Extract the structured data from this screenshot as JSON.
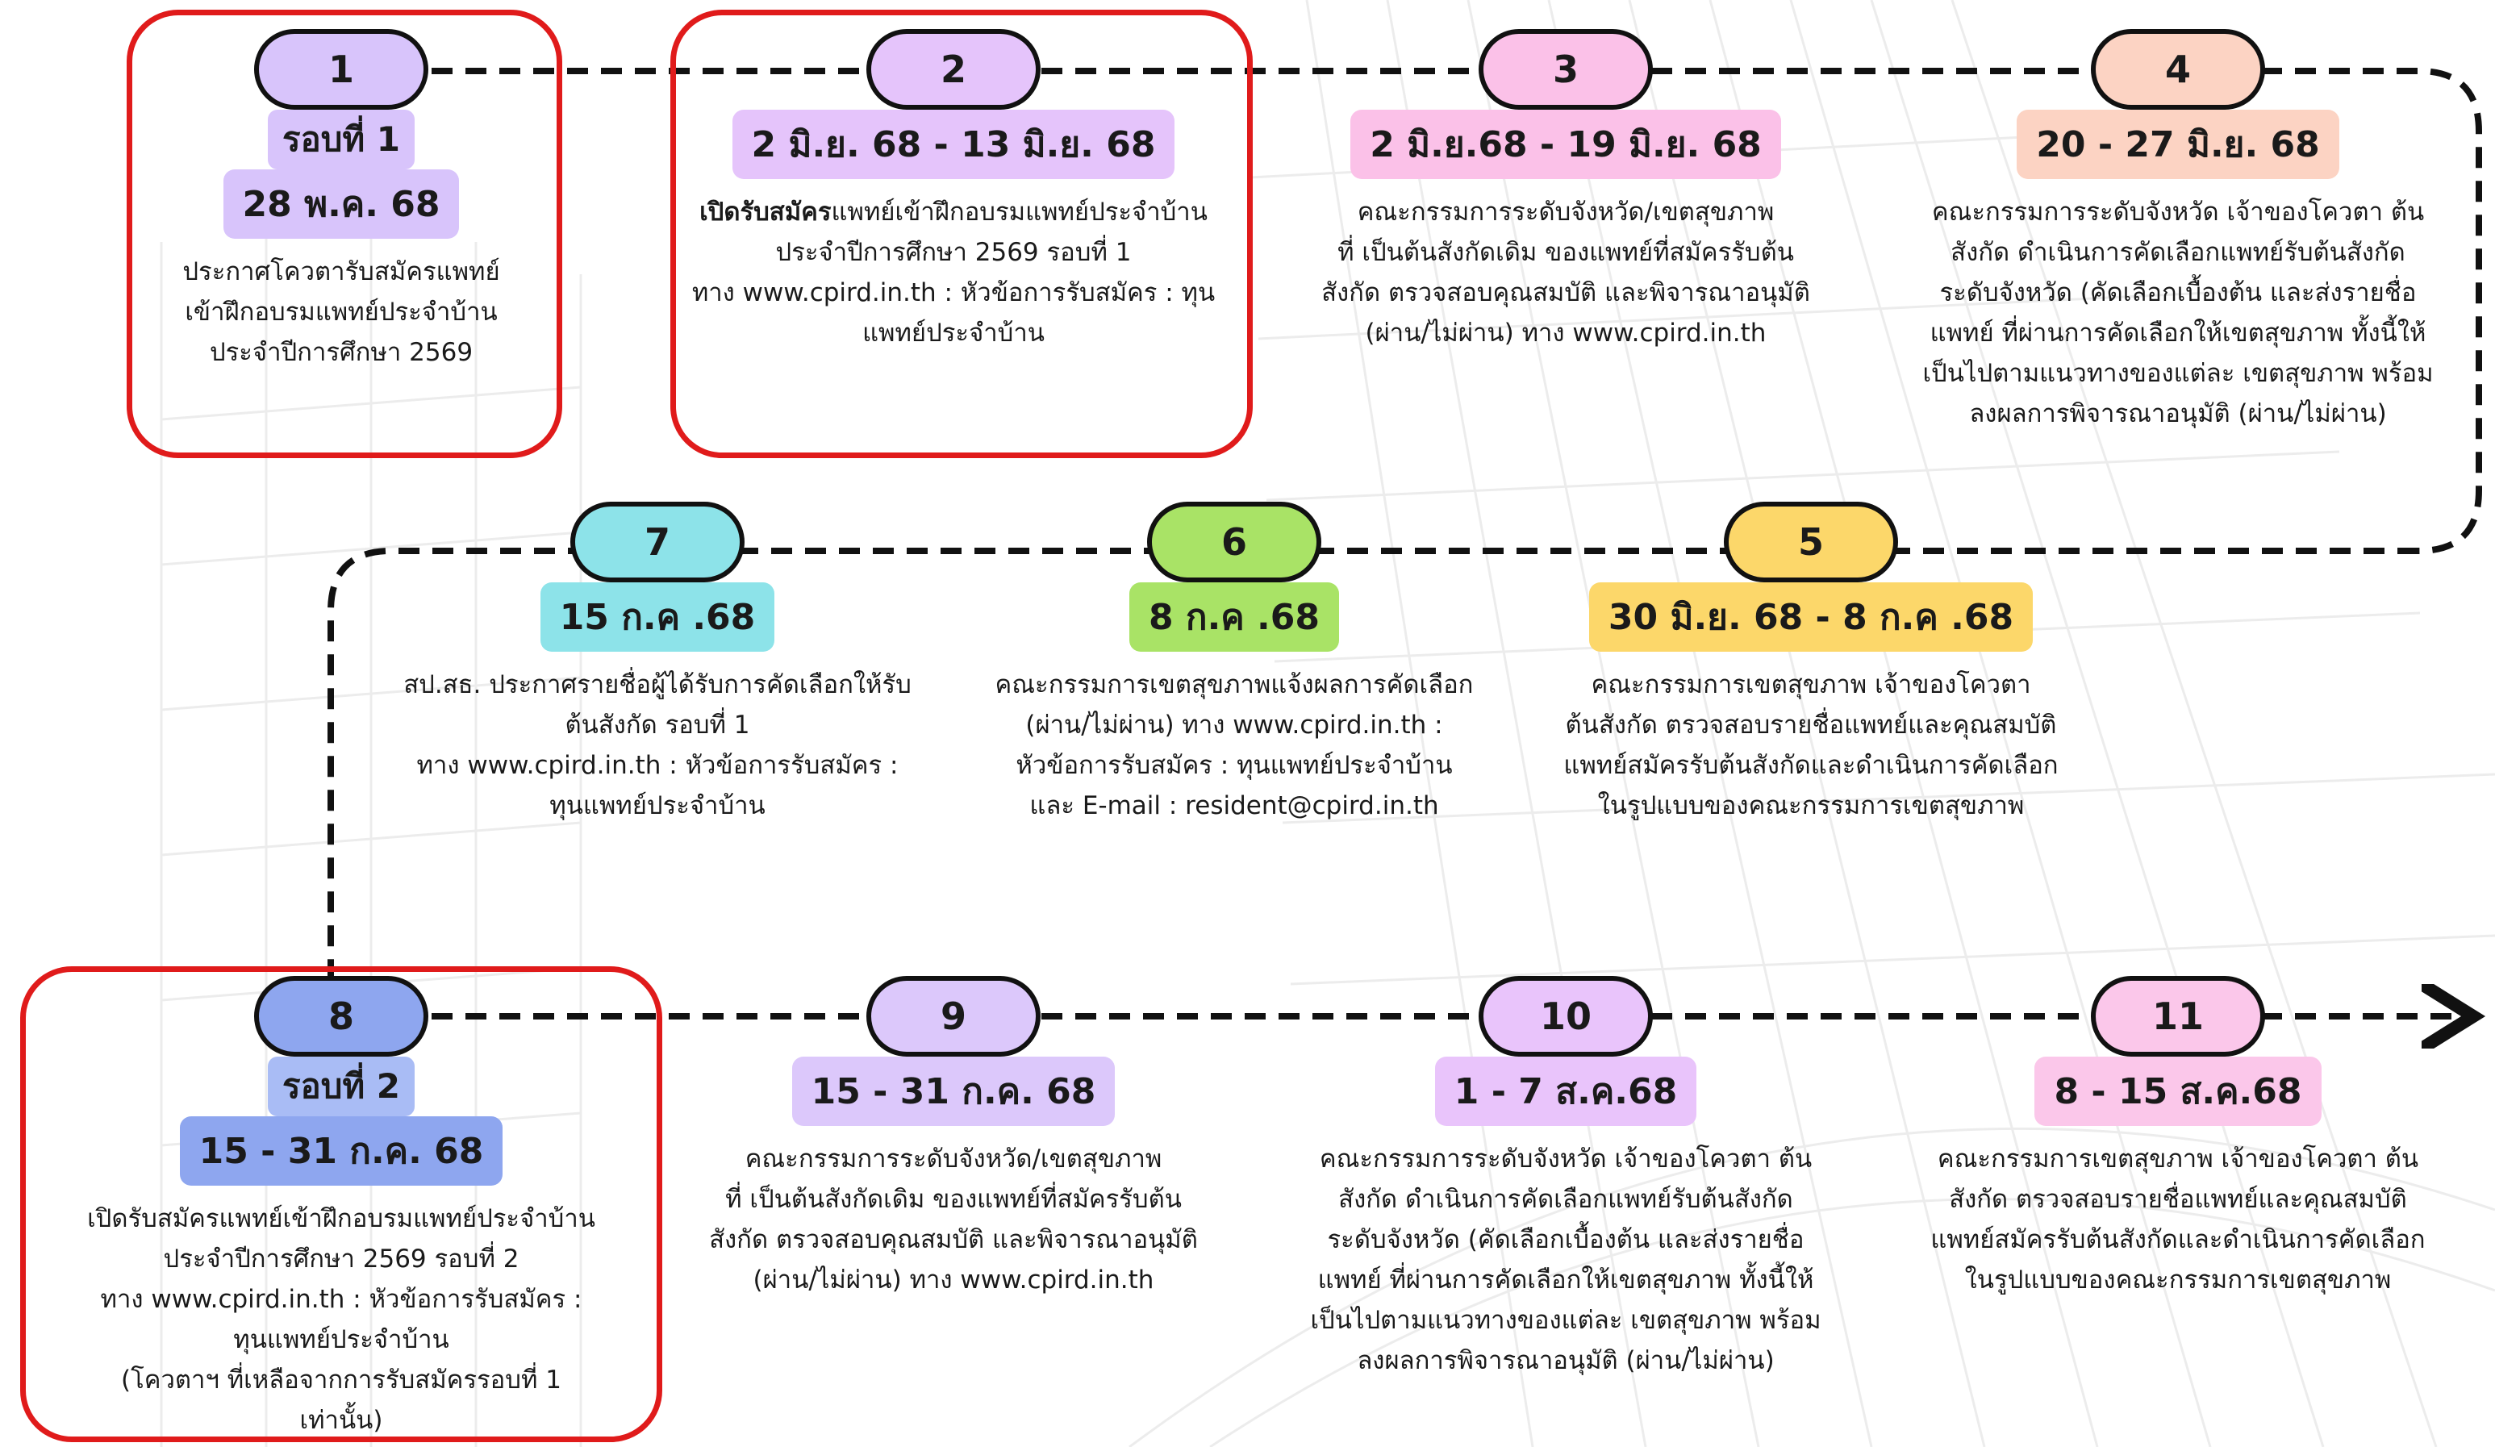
{
  "steps": [
    {
      "number": "1",
      "round": "รอบที่ 1",
      "date": "28 พ.ค. 68",
      "desc_lead": "",
      "desc": "ประกาศโควตารับสมัครแพทย์\nเข้าฝึกอบรมแพทย์ประจำบ้าน\nประจำปีการศึกษา 2569",
      "color": "#d8c4fb",
      "date_color": "#d8c4fb",
      "round_color": "#d8c4fb"
    },
    {
      "number": "2",
      "round": "",
      "date": "2 มิ.ย. 68 - 13 มิ.ย. 68",
      "desc_lead": "เปิดรับสมัคร",
      "desc": "แพทย์เข้าฝึกอบรมแพทย์ประจำบ้าน\nประจำปีการศึกษา 2569 รอบที่ 1\nทาง www.cpird.in.th : หัวข้อการรับสมัคร : ทุน\nแพทย์ประจำบ้าน",
      "color": "#e5c4fb",
      "date_color": "#e5c4fb",
      "round_color": ""
    },
    {
      "number": "3",
      "round": "",
      "date": "2 มิ.ย.68 - 19 มิ.ย. 68",
      "desc_lead": "",
      "desc": "คณะกรรมการระดับจังหวัด/เขตสุขภาพ\nที่ เป็นต้นสังกัดเดิม ของแพทย์ที่สมัครรับต้น\nสังกัด ตรวจสอบคุณสมบัติ และพิจารณาอนุมัติ\n(ผ่าน/ไม่ผ่าน) ทาง www.cpird.in.th",
      "color": "#fbc1e8",
      "date_color": "#fbc1e8",
      "round_color": ""
    },
    {
      "number": "4",
      "round": "",
      "date": "20 - 27 มิ.ย. 68",
      "desc_lead": "",
      "desc": "คณะกรรมการระดับจังหวัด เจ้าของโควตา ต้น\nสังกัด ดำเนินการคัดเลือกแพทย์รับต้นสังกัด\nระดับจังหวัด (คัดเลือกเบื้องต้น และส่งรายชื่อ\nแพทย์ ที่ผ่านการคัดเลือกให้เขตสุขภาพ ทั้งนี้ให้\nเป็นไปตามแนวทางของแต่ละ เขตสุขภาพ พร้อม\nลงผลการพิจารณาอนุมัติ (ผ่าน/ไม่ผ่าน)",
      "color": "#fcd3c3",
      "date_color": "#fcd3c3",
      "round_color": ""
    },
    {
      "number": "5",
      "round": "",
      "date": "30 มิ.ย. 68 - 8 ก.ค .68",
      "desc_lead": "",
      "desc": "คณะกรรมการเขตสุขภาพ เจ้าของโควตา\nต้นสังกัด ตรวจสอบรายชื่อแพทย์และคุณสมบัติ\nแพทย์สมัครรับต้นสังกัดและดำเนินการคัดเลือก\nในรูปแบบของคณะกรรมการเขตสุขภาพ",
      "color": "#fcd76a",
      "date_color": "#fcd76a",
      "round_color": ""
    },
    {
      "number": "6",
      "round": "",
      "date": "8 ก.ค .68",
      "desc_lead": "",
      "desc": "คณะกรรมการเขตสุขภาพแจ้งผลการคัดเลือก\n(ผ่าน/ไม่ผ่าน) ทาง www.cpird.in.th :\nหัวข้อการรับสมัคร : ทุนแพทย์ประจำบ้าน\nและ E-mail : resident@cpird.in.th",
      "color": "#a9e366",
      "date_color": "#a9e366",
      "round_color": ""
    },
    {
      "number": "7",
      "round": "",
      "date": "15 ก.ค .68",
      "desc_lead": "",
      "desc": "สป.สธ. ประกาศรายชื่อผู้ได้รับการคัดเลือกให้รับ\nต้นสังกัด รอบที่ 1\nทาง www.cpird.in.th : หัวข้อการรับสมัคร :\nทุนแพทย์ประจำบ้าน",
      "color": "#8de3e9",
      "date_color": "#8de3e9",
      "round_color": ""
    },
    {
      "number": "8",
      "round": "รอบที่ 2",
      "date": "15 - 31 ก.ค. 68",
      "desc_lead": "",
      "desc": "เปิดรับสมัครแพทย์เข้าฝึกอบรมแพทย์ประจำบ้าน\nประจำปีการศึกษา 2569 รอบที่ 2\nทาง www.cpird.in.th : หัวข้อการรับสมัคร :\nทุนแพทย์ประจำบ้าน\n(โควตาฯ ที่เหลือจากการรับสมัครรอบที่ 1 เท่านั้น)",
      "color": "#8ea6ef",
      "date_color": "#8ea6ef",
      "round_color": "#a9bcf5"
    },
    {
      "number": "9",
      "round": "",
      "date": "15 - 31 ก.ค. 68",
      "desc_lead": "",
      "desc": "คณะกรรมการระดับจังหวัด/เขตสุขภาพ\nที่ เป็นต้นสังกัดเดิม ของแพทย์ที่สมัครรับต้น\nสังกัด ตรวจสอบคุณสมบัติ และพิจารณาอนุมัติ\n(ผ่าน/ไม่ผ่าน) ทาง www.cpird.in.th",
      "color": "#dcc8fb",
      "date_color": "#dcc8fb",
      "round_color": ""
    },
    {
      "number": "10",
      "round": "",
      "date": "1 - 7 ส.ค.68",
      "desc_lead": "",
      "desc": "คณะกรรมการระดับจังหวัด เจ้าของโควตา ต้น\nสังกัด ดำเนินการคัดเลือกแพทย์รับต้นสังกัด\nระดับจังหวัด (คัดเลือกเบื้องต้น และส่งรายชื่อ\nแพทย์ ที่ผ่านการคัดเลือกให้เขตสุขภาพ ทั้งนี้ให้\nเป็นไปตามแนวทางของแต่ละ เขตสุขภาพ พร้อม\nลงผลการพิจารณาอนุมัติ (ผ่าน/ไม่ผ่าน)",
      "color": "#e9c4fb",
      "date_color": "#e9c4fb",
      "round_color": ""
    },
    {
      "number": "11",
      "round": "",
      "date": "8 - 15 ส.ค.68",
      "desc_lead": "",
      "desc": "คณะกรรมการเขตสุขภาพ เจ้าของโควตา ต้น\nสังกัด ตรวจสอบรายชื่อแพทย์และคุณสมบัติ\nแพทย์สมัครรับต้นสังกัดและดำเนินการคัดเลือก\nในรูปแบบของคณะกรรมการเขตสุขภาพ",
      "color": "#fbc7ea",
      "date_color": "#fbc7ea",
      "round_color": ""
    }
  ],
  "colors": {
    "highlight": "#e01b1b",
    "connector": "#111111"
  }
}
